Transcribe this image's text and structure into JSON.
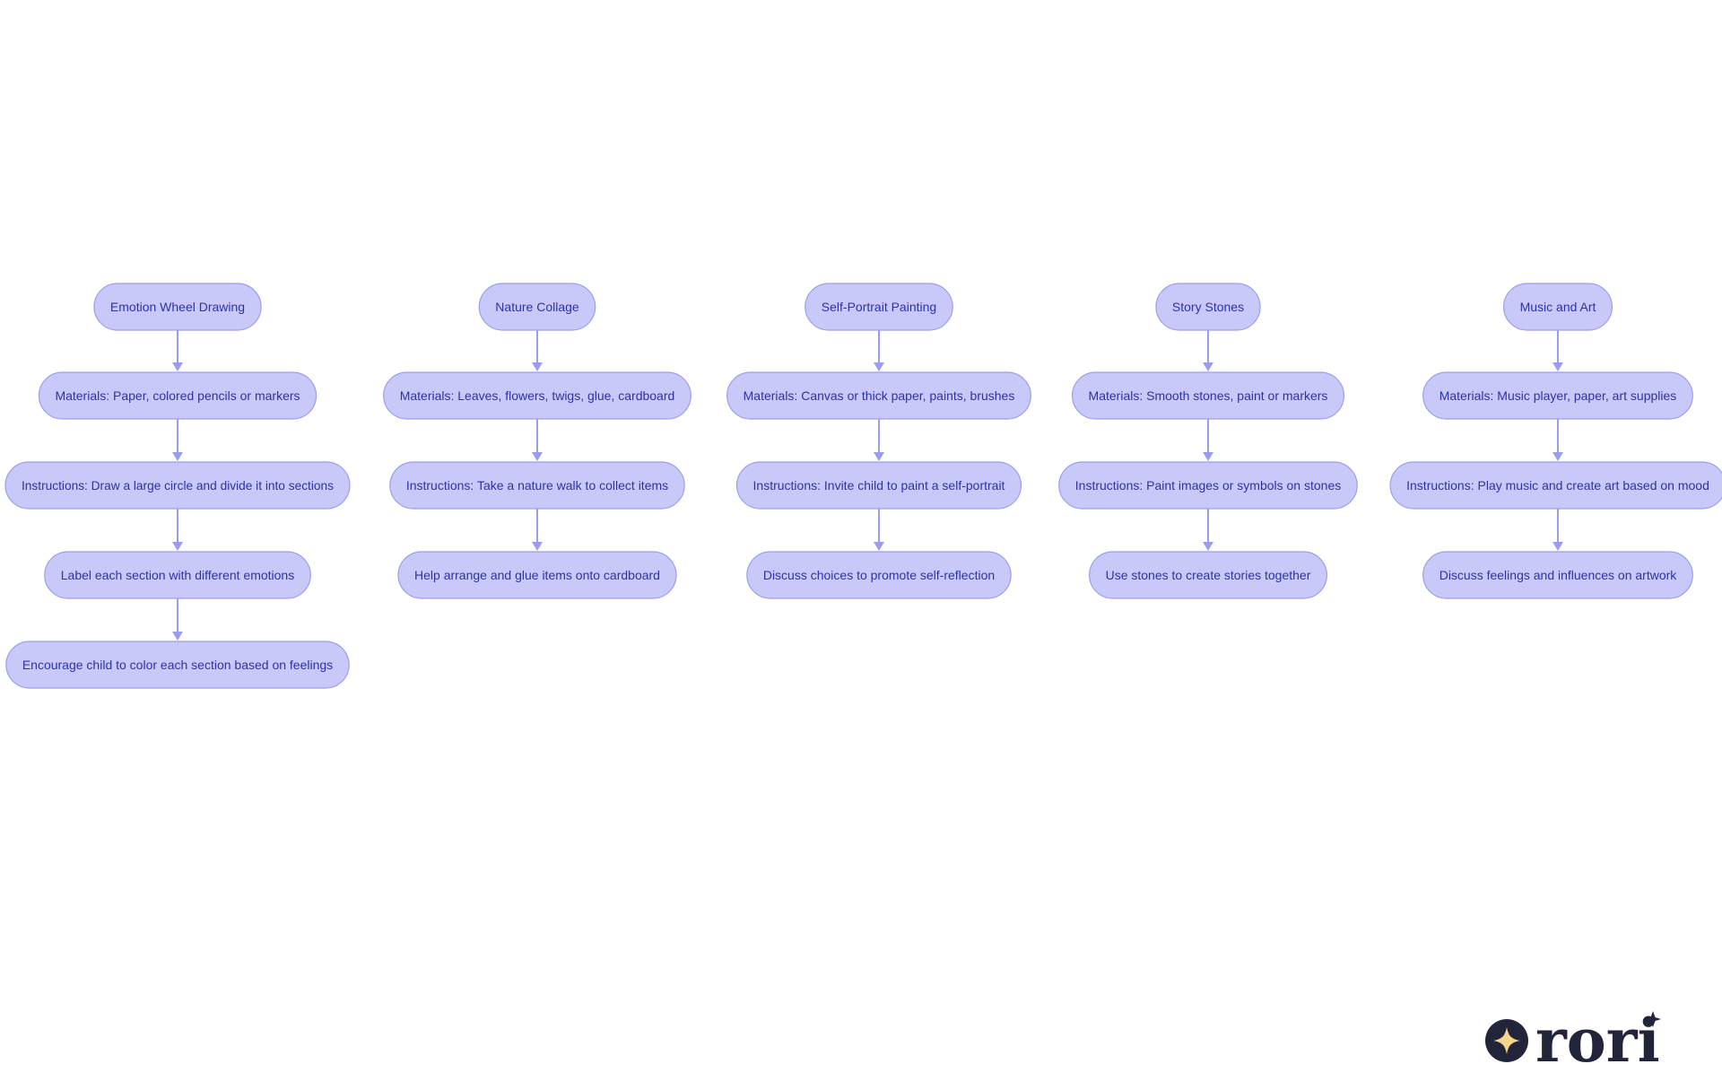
{
  "diagram": {
    "columns": [
      {
        "nodes": [
          "Emotion Wheel Drawing",
          "Materials: Paper, colored pencils or markers",
          "Instructions: Draw a large circle and divide it into sections",
          "Label each section with different emotions",
          "Encourage child to color each section based on feelings"
        ]
      },
      {
        "nodes": [
          "Nature Collage",
          "Materials: Leaves, flowers, twigs, glue, cardboard",
          "Instructions: Take a nature walk to collect items",
          "Help arrange and glue items onto cardboard"
        ]
      },
      {
        "nodes": [
          "Self-Portrait Painting",
          "Materials: Canvas or thick paper, paints, brushes",
          "Instructions: Invite child to paint a self-portrait",
          "Discuss choices to promote self-reflection"
        ]
      },
      {
        "nodes": [
          "Story Stones",
          "Materials: Smooth stones, paint or markers",
          "Instructions: Paint images or symbols on stones",
          "Use stones to create stories together"
        ]
      },
      {
        "nodes": [
          "Music and Art",
          "Materials: Music player, paper, art supplies",
          "Instructions: Play music and create art based on mood",
          "Discuss feelings and influences on artwork"
        ]
      }
    ]
  },
  "logo": {
    "text": "rori",
    "icon": "sparkle-icon",
    "colors": {
      "dark": "#22253a",
      "accent": "#f5d58a"
    }
  },
  "colors": {
    "node_fill": "#c8c9f8",
    "node_stroke": "#9b9ef0",
    "node_text": "#2e31a8",
    "edge": "#9a9cf0"
  }
}
